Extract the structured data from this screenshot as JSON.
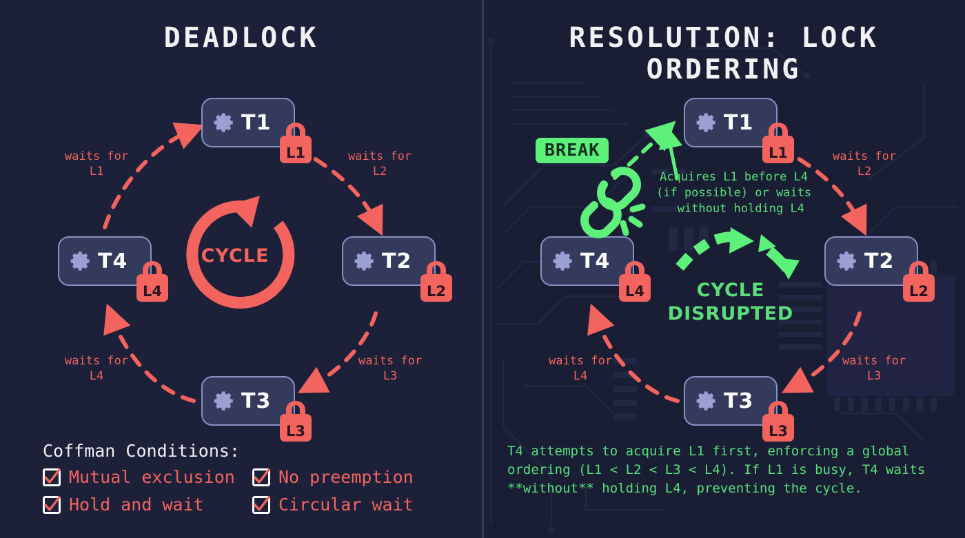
{
  "colors": {
    "bg_left": "#1c2039",
    "bg_right": "#1a1e35",
    "node_fill": "#343a5c",
    "node_border": "#8b90c4",
    "lock_red": "#f4645f",
    "accent_red": "#f4645f",
    "accent_green": "#5df07a",
    "title_white": "#f2f2f5"
  },
  "left": {
    "title": "DEADLOCK",
    "nodes": [
      {
        "id": "t1",
        "label": "T1",
        "lock": "L1",
        "icon": "gear-icon"
      },
      {
        "id": "t2",
        "label": "T2",
        "lock": "L2",
        "icon": "gear-icon"
      },
      {
        "id": "t3",
        "label": "T3",
        "lock": "L3",
        "icon": "gear-icon"
      },
      {
        "id": "t4",
        "label": "T4",
        "lock": "L4",
        "icon": "gear-icon"
      }
    ],
    "edges": [
      {
        "id": "t1-t2",
        "label": "waits for\nL2"
      },
      {
        "id": "t2-t3",
        "label": "waits for\nL3"
      },
      {
        "id": "t3-t4",
        "label": "waits for\nL4"
      },
      {
        "id": "t4-t1",
        "label": "waits for\nL1"
      }
    ],
    "center": {
      "label": "CYCLE",
      "icon": "circular-arrow-icon"
    },
    "coffman": {
      "heading": "Coffman Conditions:",
      "items": [
        {
          "label": "Mutual exclusion",
          "checked": true
        },
        {
          "label": "No preemption",
          "checked": true
        },
        {
          "label": "Hold and wait",
          "checked": true
        },
        {
          "label": "Circular wait",
          "checked": true
        }
      ]
    }
  },
  "right": {
    "title": "RESOLUTION: LOCK ORDERING",
    "nodes": [
      {
        "id": "t1",
        "label": "T1",
        "lock": "L1",
        "icon": "gear-icon"
      },
      {
        "id": "t2",
        "label": "T2",
        "lock": "L2",
        "icon": "gear-icon"
      },
      {
        "id": "t3",
        "label": "T3",
        "lock": "L3",
        "icon": "gear-icon"
      },
      {
        "id": "t4",
        "label": "T4",
        "lock": "L4",
        "icon": "gear-icon"
      }
    ],
    "edges": [
      {
        "id": "t1-t2",
        "label": "waits for\nL2"
      },
      {
        "id": "t2-t3",
        "label": "waits for\nL3"
      },
      {
        "id": "t3-t4",
        "label": "waits for\nL4"
      }
    ],
    "break_badge": "BREAK",
    "chain_icon": "broken-chain-icon",
    "annotation": "Acquires L1 before L4\n(if possible) or waits\n  without holding L4",
    "disrupted": {
      "label": "CYCLE\nDISRUPTED",
      "icon": "broken-arc-icon"
    },
    "caption": "T4 attempts to acquire L1 first, enforcing a global ordering (L1 < L2 < L3 < L4). If L1 is busy, T4 waits **without** holding L4, preventing the cycle."
  }
}
